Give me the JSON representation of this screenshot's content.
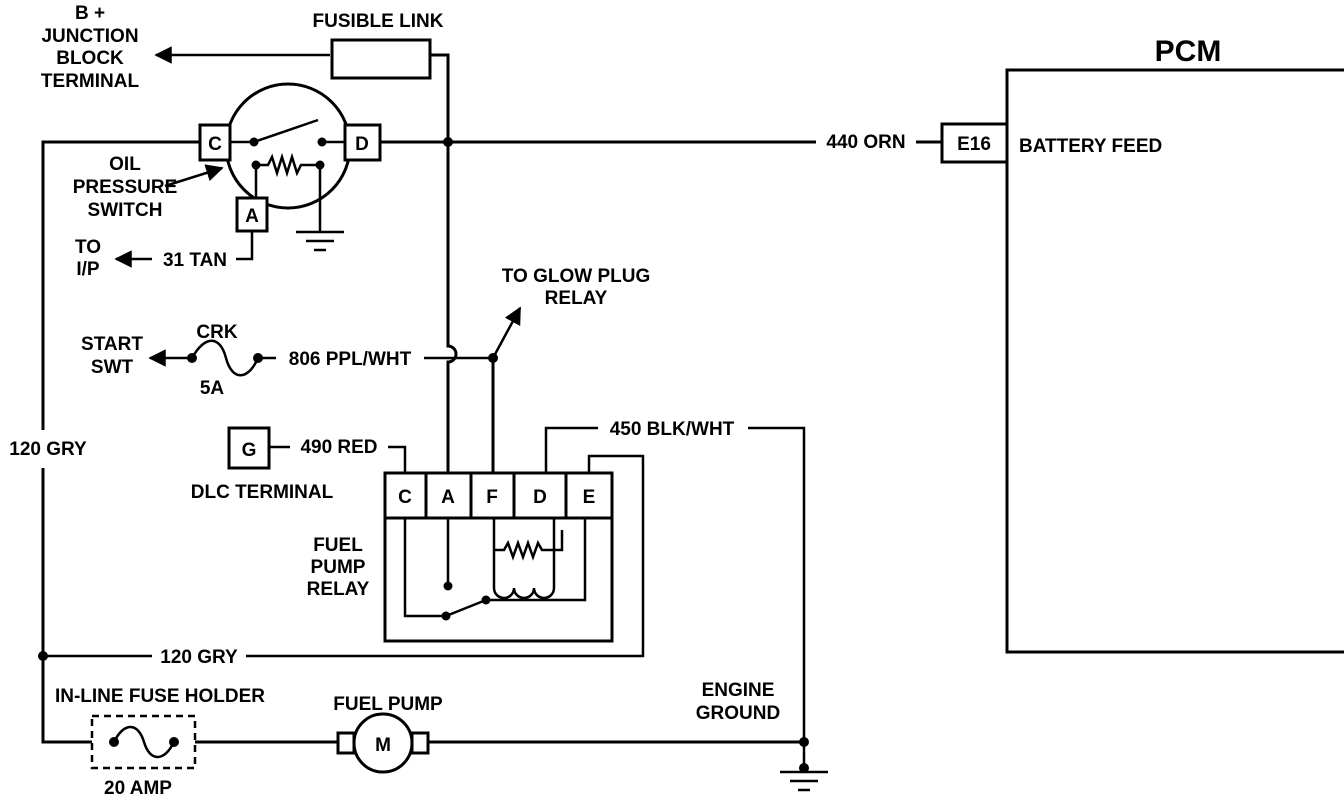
{
  "pcm": {
    "title": "PCM",
    "pin": "E16",
    "pin_label": "BATTERY FEED"
  },
  "labels": {
    "b_plus_1": "B +",
    "b_plus_2": "JUNCTION",
    "b_plus_3": "BLOCK",
    "b_plus_4": "TERMINAL",
    "fusible_link": "FUSIBLE LINK",
    "oil_1": "OIL",
    "oil_2": "PRESSURE",
    "oil_3": "SWITCH",
    "to_ip_1": "TO",
    "to_ip_2": "I/P",
    "wire_31": "31 TAN",
    "wire_440": "440 ORN",
    "glow_1": "TO GLOW PLUG",
    "glow_2": "RELAY",
    "start_1": "START",
    "start_2": "SWT",
    "crk": "CRK",
    "crk_amp": "5A",
    "wire_806": "806 PPL/WHT",
    "wire_450": "450 BLK/WHT",
    "wire_490": "490 RED",
    "dlc_pin": "G",
    "dlc_label": "DLC TERMINAL",
    "relay_1": "FUEL",
    "relay_2": "PUMP",
    "relay_3": "RELAY",
    "wire_120_left": "120 GRY",
    "wire_120_bottom": "120 GRY",
    "fuse_holder": "IN-LINE FUSE HOLDER",
    "fuse_amp": "20 AMP",
    "fuel_pump": "FUEL PUMP",
    "motor": "M",
    "ground_1": "ENGINE",
    "ground_2": "GROUND"
  },
  "oil_switch_pins": {
    "c": "C",
    "d": "D",
    "a": "A"
  },
  "relay_pins": {
    "c": "C",
    "a": "A",
    "f": "F",
    "d": "D",
    "e": "E"
  }
}
